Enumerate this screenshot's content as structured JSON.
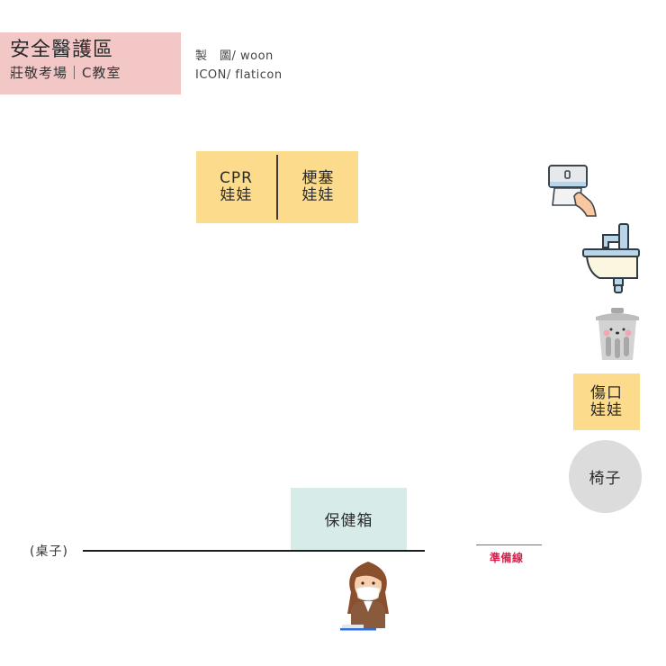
{
  "header": {
    "title": "安全醫護區",
    "subtitle": "莊敬考場｜C教室",
    "credits": [
      "製　圖/ woon",
      "ICON/ flaticon"
    ],
    "bg_color": "#f2c7c6"
  },
  "stations": {
    "cpr_doll": {
      "line1": "CPR",
      "line2": "娃娃"
    },
    "choking_doll": {
      "line1": "梗塞",
      "line2": "娃娃"
    },
    "wound_doll": {
      "line1": "傷口",
      "line2": "娃娃"
    },
    "chair": "椅子",
    "health_box": "保健箱",
    "desk": "(桌子)",
    "ready_line": "準備線"
  },
  "icons": [
    "paper-towel-dispenser-icon",
    "sink-icon",
    "trash-can-icon",
    "nurse-with-mask-icon"
  ],
  "colors": {
    "yellow": "#fcdc8c",
    "mint": "#d7ebe9",
    "gray": "#dcdcdc",
    "pink": "#f2c7c6",
    "ready_red": "#d6204a"
  }
}
